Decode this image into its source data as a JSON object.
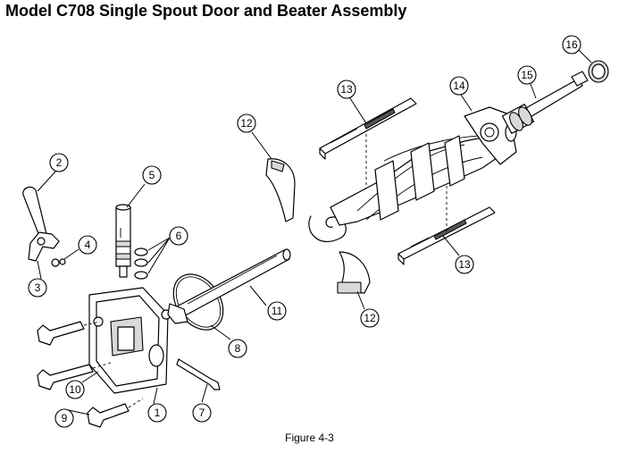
{
  "title": "Model C708 Single Spout Door and Beater Assembly",
  "caption": "Figure 4-3",
  "callouts": [
    "1",
    "2",
    "3",
    "4",
    "5",
    "6",
    "7",
    "8",
    "9",
    "10",
    "11",
    "12",
    "12",
    "13",
    "13",
    "14",
    "15",
    "16"
  ]
}
